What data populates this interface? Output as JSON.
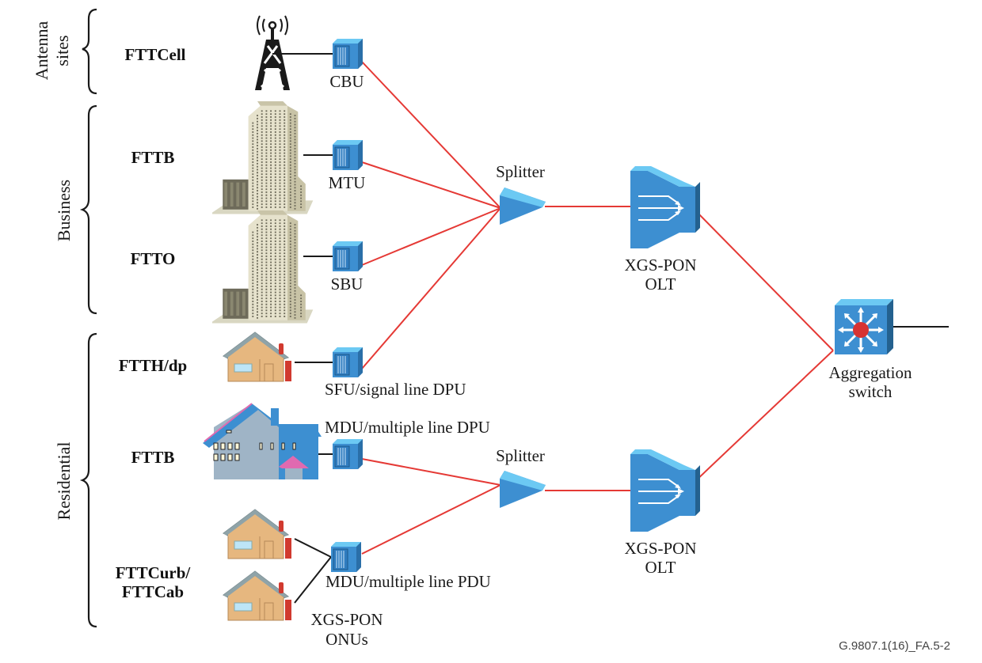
{
  "figure_id": "G.9807.1(16)_FA.5-2",
  "groups": [
    {
      "label_lines": [
        "Antenna",
        "sites"
      ]
    },
    {
      "label_lines": [
        "Business"
      ]
    },
    {
      "label_lines": [
        "Residential"
      ]
    }
  ],
  "categories": [
    {
      "lines": [
        "FTTCell"
      ]
    },
    {
      "lines": [
        "FTTB"
      ]
    },
    {
      "lines": [
        "FTTO"
      ]
    },
    {
      "lines": [
        "FTTH/dp"
      ]
    },
    {
      "lines": [
        "FTTB"
      ]
    },
    {
      "lines": [
        "FTTCurb/",
        "FTTCab"
      ]
    }
  ],
  "units": {
    "cbu": "CBU",
    "mtu": "MTU",
    "sbu": "SBU",
    "sfu": "SFU/signal line DPU",
    "mdu_dpu": "MDU/multiple line DPU",
    "mdu_pdu": "MDU/multiple line PDU",
    "onus_line1": "XGS-PON",
    "onus_line2": "ONUs"
  },
  "splitters": [
    {
      "label": "Splitter"
    },
    {
      "label": "Splitter"
    }
  ],
  "olts": [
    {
      "line1": "XGS-PON",
      "line2": "OLT"
    },
    {
      "line1": "XGS-PON",
      "line2": "OLT"
    }
  ],
  "aggregation": {
    "line1": "Aggregation",
    "line2": "switch"
  },
  "colors": {
    "fiber": "#e53935",
    "device_blue": "#3d8fd1",
    "device_light": "#5ec3f0",
    "device_dark": "#24618f",
    "switch_core": "#d63333"
  }
}
